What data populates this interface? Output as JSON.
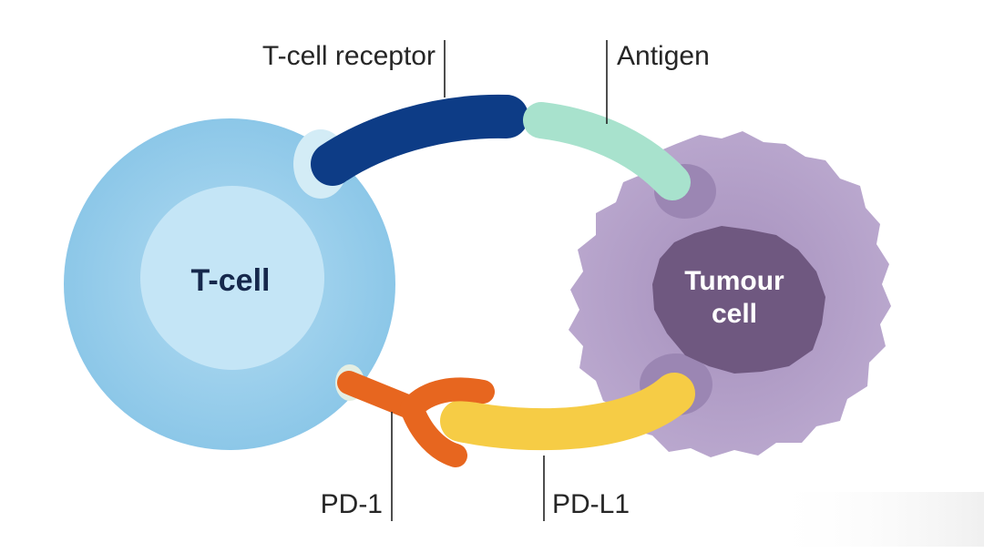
{
  "labels": {
    "t_cell": "T-cell",
    "tumour_line1": "Tumour",
    "tumour_line2": "cell",
    "t_cell_receptor": "T-cell receptor",
    "antigen": "Antigen",
    "pd1": "PD-1",
    "pdl1": "PD-L1"
  },
  "colors": {
    "t_cell": "#93cbea",
    "t_cell_nucleus": "#c4e5f6",
    "tumour_cell": "#b4a2c9",
    "tumour_nucleus": "#6f5880",
    "t_cell_receptor": "#0d3c86",
    "antigen": "#a8e2cd",
    "pd1": "#e7661f",
    "pdl1": "#f6cc45",
    "t_cell_text": "#16284c",
    "tumour_text": "#ffffff"
  }
}
